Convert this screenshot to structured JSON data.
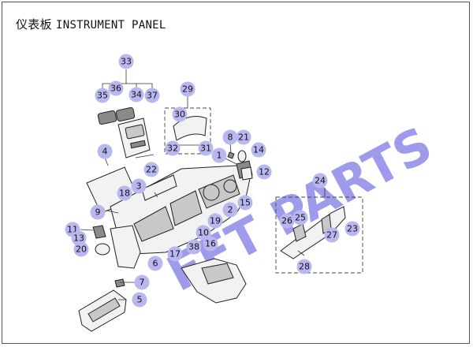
{
  "header": {
    "title_cn": "仪表板",
    "title_en": "INSTRUMENT PANEL"
  },
  "watermark": {
    "text": "FFT PARTS",
    "color": "#4f4ae0"
  },
  "colors": {
    "callout_fill": "#b9b7f0"
  },
  "callouts": [
    "33",
    "36",
    "35",
    "34",
    "37",
    "29",
    "30",
    "4",
    "22",
    "32",
    "31",
    "8",
    "21",
    "14",
    "12",
    "1",
    "18",
    "3",
    "15",
    "2",
    "24",
    "9",
    "19",
    "26",
    "25",
    "11",
    "13",
    "10",
    "23",
    "38",
    "16",
    "17",
    "27",
    "20",
    "6",
    "28",
    "7",
    "5"
  ]
}
